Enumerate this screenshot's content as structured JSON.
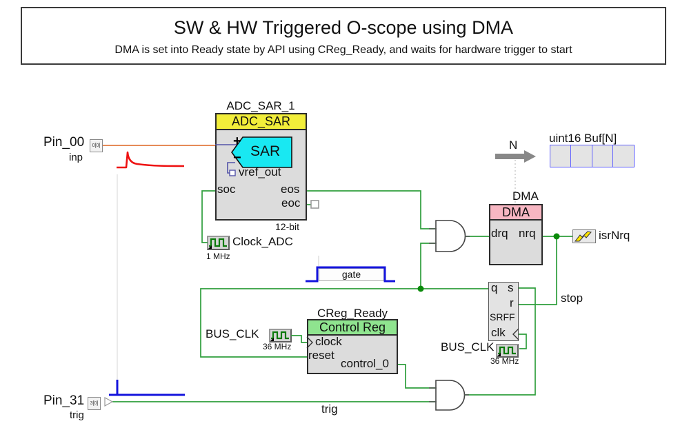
{
  "colors": {
    "wire_green": "#2e9e3c",
    "wire_orange": "#e2793f",
    "wire_purple": "#5353a8",
    "adc_header_yellow": "#f2ee3a",
    "dma_header_pink": "#f7b6c2",
    "creg_header_green": "#8fe48f",
    "sar_cyan": "#19e8f2",
    "waveform_red": "#ee1111",
    "waveform_blue": "#1414dd",
    "buffer_border_blue": "#5c5cff",
    "block_gray": "#dcdcdc"
  },
  "title_box": {
    "title": "SW & HW Triggered O-scope using DMA",
    "subtitle": "DMA is set into Ready state by API using CReg_Ready, and waits for hardware trigger to start"
  },
  "adc": {
    "instance": "ADC_SAR_1",
    "header": "ADC_SAR",
    "plus": "+",
    "minus": "−",
    "core": "SAR",
    "vref": "vref_out",
    "soc": "soc",
    "eos": "eos",
    "eoc": "eoc",
    "resolution": "12-bit"
  },
  "clock_adc": {
    "name": "Clock_ADC",
    "freq": "1 MHz"
  },
  "pin00": {
    "name": "Pin_00",
    "alias": "inp",
    "terminal": "0[0]"
  },
  "pin31": {
    "name": "Pin_31",
    "alias": "trig",
    "terminal": "3[0]"
  },
  "dma": {
    "instance": "DMA",
    "header": "DMA",
    "drq": "drq",
    "nrq": "nrq"
  },
  "buffer": {
    "label": "uint16 Buf[N]",
    "arrow_label": "N",
    "cells": 4
  },
  "isr": {
    "name": "isrNrq"
  },
  "srff": {
    "q": "q",
    "s": "s",
    "r": "r",
    "type": "SRFF",
    "clk": "clk"
  },
  "bus_clk_creg": {
    "name": "BUS_CLK",
    "freq": "36 MHz"
  },
  "bus_clk_srff": {
    "name": "BUS_CLK",
    "freq": "36 MHz"
  },
  "creg": {
    "instance": "CReg_Ready",
    "header": "Control Reg",
    "clock": "clock",
    "reset": "reset",
    "control0": "control_0"
  },
  "nets": {
    "gate": "gate",
    "trig": "trig",
    "stop": "stop"
  }
}
